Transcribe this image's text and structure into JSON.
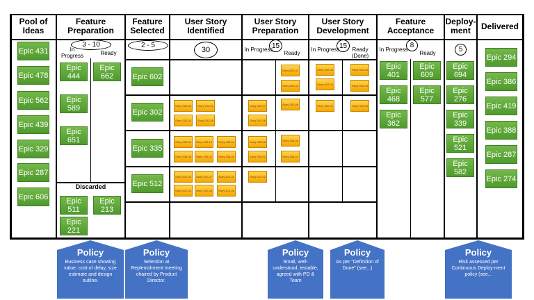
{
  "columns": {
    "pool": "Pool of Ideas",
    "prep": "Feature Preparation",
    "selected": "Feature Selected",
    "identified": "User Story Identified",
    "us_prep": "User Story Preparation",
    "us_dev": "User Story Development",
    "accept": "Feature Acceptance",
    "deploy": "Deploy-ment",
    "delivered": "Delivered"
  },
  "wip": {
    "prep": "3 - 10",
    "selected": "2 - 5",
    "identified": "30",
    "us_prep": "15",
    "us_dev": "15",
    "accept": "8",
    "deploy": "5"
  },
  "sub": {
    "in_progress": "In Progress",
    "ready": "Ready",
    "ready_done": "Ready (Done)",
    "discarded": "Discarded"
  },
  "pool": [
    "Epic 431",
    "Epic 478",
    "Epic 562",
    "Epic 439",
    "Epic 329",
    "Epic 287",
    "Epic 606"
  ],
  "prep_in": [
    "Epic 444",
    "Epic 589",
    "Epic 651"
  ],
  "prep_ready": [
    "Epic 662"
  ],
  "discarded": [
    "Epic 511",
    "Epic 213",
    "Epic 221"
  ],
  "selected": [
    "Epic 602",
    "Epic 302",
    "Epic 335",
    "Epic 512"
  ],
  "accept_in": [
    "Epic 401",
    "Epic 468",
    "Epic 362"
  ],
  "accept_ready": [
    "Epic 609",
    "Epic 577"
  ],
  "deploy": [
    "Epic 694",
    "Epic 276",
    "Epic 339",
    "Epic 521",
    "Epic 582"
  ],
  "delivered": [
    "Epic 294",
    "Epic 386",
    "Epic 419",
    "Epic 388",
    "Epic 287",
    "Epic 274"
  ],
  "stories": {
    "r1": {
      "prep_ready": [
        "Story 602-01",
        "Story 602-02"
      ],
      "dev_in": [
        "Story 602-06",
        "Story 602-04"
      ],
      "dev_ready": [
        "Story 602-05",
        "Story 602-03"
      ]
    },
    "r2": {
      "identified": [
        "Story 302-05",
        "Story 302-01",
        "Story 302-03",
        "Story 302-08"
      ],
      "prep_in": [
        "Story 302-07",
        "Story 302-06"
      ],
      "prep_ready": [
        "Story 302-09"
      ],
      "dev_in": [
        "Story 302-02"
      ],
      "dev_ready": [
        "Story 302-04"
      ]
    },
    "r3": {
      "identified": [
        "Story 335-09",
        "Story 335-10",
        "Story 335-04",
        "Story 335-08",
        "Story 335-01",
        "Story 335-03"
      ],
      "prep_in": [
        "Story 335-05",
        "Story 335-02"
      ],
      "prep_ready": [
        "Story 335-06",
        "Story 335-07"
      ]
    },
    "r4": {
      "identified": [
        "Story 512-04",
        "Story 512-07",
        "Story 512-01",
        "Story 512-03",
        "Story 512-06",
        "Story 512-05"
      ],
      "prep_in": [
        "Story 512-02"
      ]
    }
  },
  "policies": [
    {
      "title": "Policy",
      "text": "Business case showing value, cost of delay, size estimate and design outline."
    },
    {
      "title": "Policy",
      "text": "Selection at Replenishment meeting chaired by Product Director."
    },
    {
      "title": "Policy",
      "text": "Small, well-understood, testable, agreed with PD & Team"
    },
    {
      "title": "Policy",
      "text": "As per \"Definition of Done\" (see...)"
    },
    {
      "title": "Policy",
      "text": "Risk assessed per Continuous Deploy-ment policy (see..."
    }
  ],
  "colors": {
    "epic": "#5aa636",
    "story": "#f7b500",
    "policy": "#4472c4",
    "border": "#000000"
  }
}
